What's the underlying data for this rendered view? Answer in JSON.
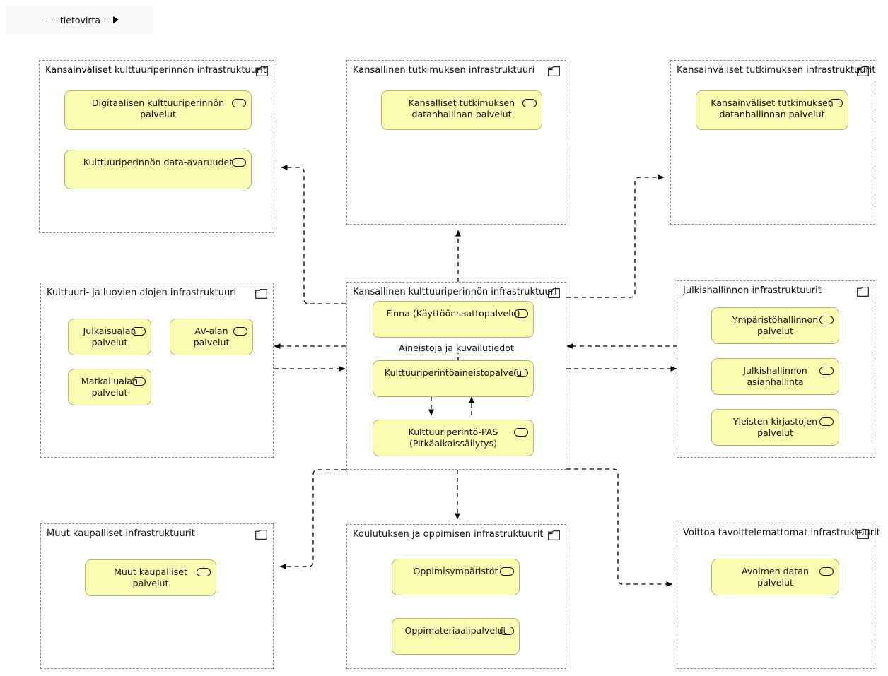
{
  "legend": {
    "label": "tietovirta",
    "icon": "dashed-arrow-icon"
  },
  "groups": [
    {
      "id": "kv-kulttuuriperinto",
      "title": "Kansainväliset kulttuuriperinnön infrastruktuurit",
      "icon": "folder-icon",
      "nodes": [
        {
          "label": "Digitaalisen kulttuuriperinnön\npalvelut",
          "icon": "application-service-icon"
        },
        {
          "label": "Kulttuuriperinnön data-avaruudet",
          "icon": "application-service-icon"
        }
      ]
    },
    {
      "id": "kansallinen-tutkimus",
      "title": "Kansallinen tutkimuksen infrastruktuuri",
      "icon": "folder-icon",
      "nodes": [
        {
          "label": "Kansalliset tutkimuksen\ndatanhallinan palvelut",
          "icon": "application-service-icon"
        }
      ]
    },
    {
      "id": "kv-tutkimus",
      "title": "Kansainväliset tutkimuksen infrastruktuurit",
      "icon": "folder-icon",
      "nodes": [
        {
          "label": "Kansainväliset tutkimuksen\ndatanhallinnan palvelut",
          "icon": "application-service-icon"
        }
      ]
    },
    {
      "id": "kulttuuri-luovat-alat",
      "title": "Kulttuuri- ja luovien alojen infrastruktuuri",
      "icon": "folder-icon",
      "nodes": [
        {
          "label": "Julkaisualan\npalvelut",
          "icon": "application-service-icon"
        },
        {
          "label": "AV-alan\npalvelut",
          "icon": "application-service-icon"
        },
        {
          "label": "Matkailualan\npalvelut",
          "icon": "application-service-icon"
        }
      ]
    },
    {
      "id": "kansallinen-kulttuuriperinto",
      "title": "Kansallinen kulttuuriperinnön infrastruktuuri",
      "icon": "folder-icon",
      "nodes": [
        {
          "label": "Finna (Käyttöönsaattopalvelu)",
          "icon": "application-service-icon"
        },
        {
          "label": "Kulttuuriperintöaineistopalvelu",
          "icon": "application-service-icon"
        },
        {
          "label": "Kulttuuriperintö-PAS\n(Pitkäaikaissäilytys)",
          "icon": "application-service-icon"
        }
      ]
    },
    {
      "id": "julkishallinto",
      "title": "Julkishallinnon infrastruktuurit",
      "icon": "folder-icon",
      "nodes": [
        {
          "label": "Ympäristöhallinnon\npalvelut",
          "icon": "application-service-icon"
        },
        {
          "label": "Julkishallinnon\nasianhallinta",
          "icon": "application-service-icon"
        },
        {
          "label": "Yleisten kirjastojen\npalvelut",
          "icon": "application-service-icon"
        }
      ]
    },
    {
      "id": "muut-kaupalliset",
      "title": "Muut kaupalliset infrastruktuurit",
      "icon": "folder-icon",
      "nodes": [
        {
          "label": "Muut kaupalliset\npalvelut",
          "icon": "application-service-icon"
        }
      ]
    },
    {
      "id": "koulutus-oppiminen",
      "title": "Koulutuksen ja oppimisen infrastruktuurit",
      "icon": "folder-icon",
      "nodes": [
        {
          "label": "Oppimisympäristöt",
          "icon": "application-service-icon"
        },
        {
          "label": "Oppimateriaalipalvelut",
          "icon": "application-service-icon"
        }
      ]
    },
    {
      "id": "voittoa-tavoittelemattomat",
      "title": "Voittoa tavoittelemattomat infrastruktuurit",
      "icon": "folder-icon",
      "nodes": [
        {
          "label": "Avoimen datan\npalvelut",
          "icon": "application-service-icon"
        }
      ]
    }
  ],
  "edge_labels": {
    "aineistoja": "Aineistoja ja kuvailutiedot"
  },
  "colors": {
    "node_fill": "#fcfcb0",
    "node_border": "#b5b57a",
    "group_border": "#8c8c8c",
    "connector": "#000000",
    "text": "#111111",
    "background": "#ffffff"
  }
}
